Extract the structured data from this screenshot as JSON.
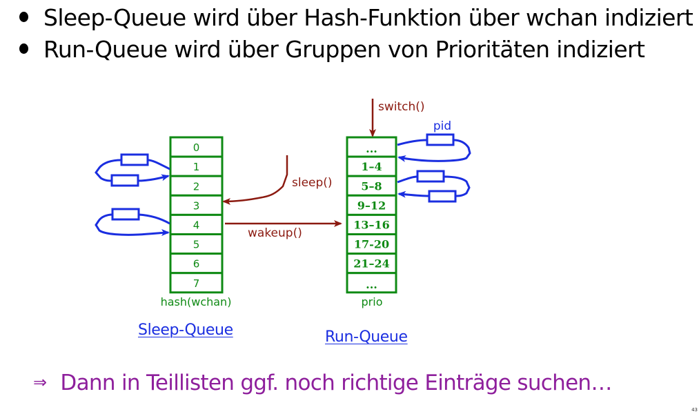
{
  "bullets": [
    {
      "text": "Sleep-Queue wird über Hash-Funktion über wchan indiziert"
    },
    {
      "text": "Run-Queue wird über Gruppen von Prioritäten indiziert"
    }
  ],
  "diagram": {
    "sleep_queue": {
      "index_label": "hash(wchan)",
      "title": "Sleep-Queue",
      "cells": [
        "0",
        "1",
        "2",
        "3",
        "4",
        "5",
        "6",
        "7"
      ],
      "linked_lists": [
        {
          "attached_cell": "1",
          "nodes": 2
        },
        {
          "attached_cell": "4",
          "nodes": 1
        }
      ]
    },
    "run_queue": {
      "index_label": "prio",
      "title": "Run-Queue",
      "cells": [
        "...",
        "1–4",
        "5–8",
        "9–12",
        "13–16",
        "17-20",
        "21–24",
        "..."
      ],
      "linked_lists": [
        {
          "attached_cell": "...",
          "nodes": 1,
          "label": "pid"
        },
        {
          "attached_cell": "5–8",
          "nodes": 2
        }
      ]
    },
    "arrows": {
      "sleep": {
        "label": "sleep()",
        "target_cell": "3"
      },
      "wakeup": {
        "label": "wakeup()",
        "from_cell": "4",
        "to_cell": "13–16"
      },
      "switch": {
        "label": "switch()",
        "target_cell": "..."
      }
    },
    "colors": {
      "table": "#0f8a14",
      "list": "#1a2ee0",
      "arrow": "#8b1a10",
      "conclusion": "#8e1f9c"
    }
  },
  "conclusion": {
    "arrow_symbol": "⇒",
    "text": "Dann in Teillisten ggf. noch richtige Einträge suchen…"
  },
  "page_number": "43"
}
